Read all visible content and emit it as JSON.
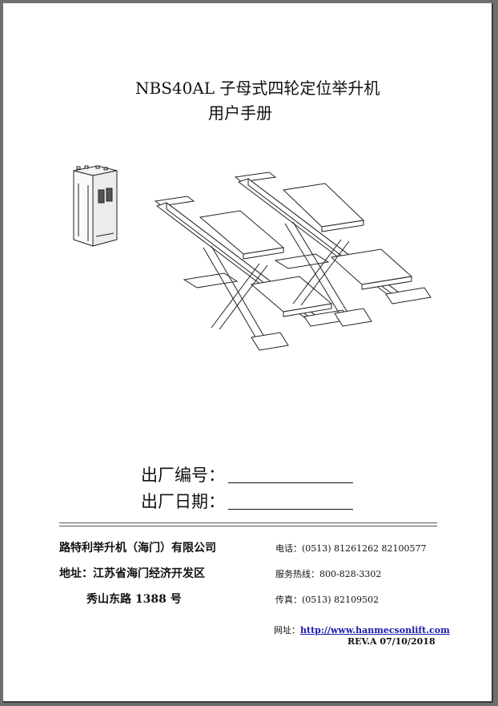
{
  "header": {
    "title": "NBS40AL 子母式四轮定位举升机",
    "subtitle": "用户手册"
  },
  "fields": {
    "serial_label": "出厂编号：",
    "date_label": "出厂日期："
  },
  "company": {
    "name": "路特利举升机（海门）有限公司",
    "address_label": "地址：江苏省海门经济开发区",
    "address_line2": "秀山东路 1388 号",
    "phone_label": "电话：",
    "phone_value": "(0513)  81261262   82100577",
    "hotline_label": "服务热线：",
    "hotline_value": "800-828-3302",
    "fax_label": "传真：",
    "fax_value": "(0513)  82109502",
    "web_label": "网址：",
    "web_value": "http://www.hanmecsonlift.com",
    "revision": "REV.A    07/10/2018"
  },
  "colors": {
    "link": "#1a1aaa",
    "page_background": "#ffffff",
    "frame": "#6f6f6f"
  }
}
